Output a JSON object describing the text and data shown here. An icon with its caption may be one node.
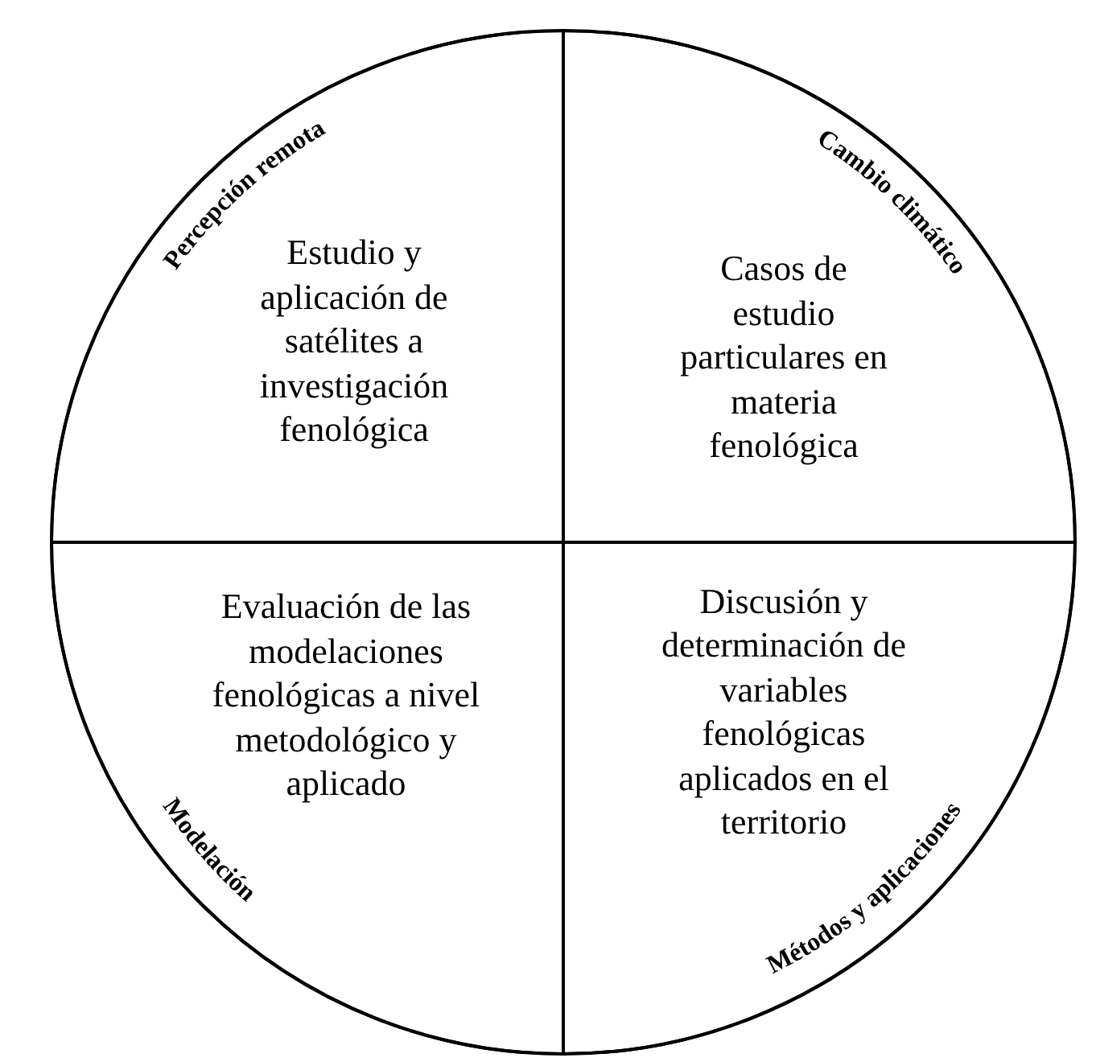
{
  "diagram": {
    "nodes": [
      {
        "text": [],
        "shape": "circle"
      },
      {
        "text": [
          "Percepción remota",
          "Estudio y aplicación de satélites a investigación fenológica"
        ],
        "in": 0
      },
      {
        "text": [
          "Cambio climático",
          "Casos de estudio particulares en materia fenológica"
        ],
        "in": 0
      },
      {
        "text": [
          "Evaluación de las modelaciones fenológicas a nivel metodológico y aplicado",
          "Modelación"
        ],
        "in": 0
      },
      {
        "text": [
          "Discusión y determinación de variables fenológicas aplicados en el territorio",
          "Métodos y aplicaciones"
        ],
        "in": 0
      }
    ],
    "edges": []
  }
}
